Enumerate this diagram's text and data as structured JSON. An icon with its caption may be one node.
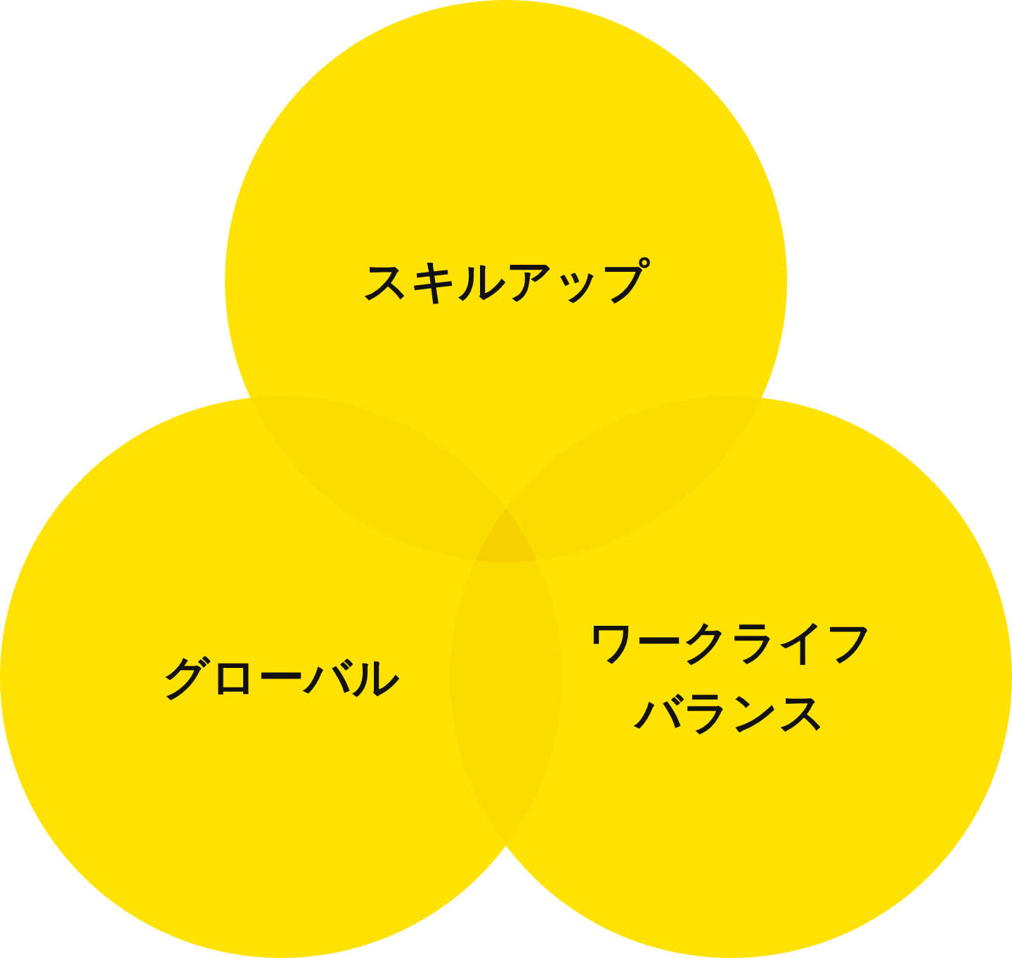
{
  "diagram": {
    "nodes": [
      {
        "text": [
          "スキルアップ"
        ]
      },
      {
        "text": [
          "グローバル"
        ]
      },
      {
        "text": [
          "ワークライフバランス"
        ]
      }
    ]
  }
}
